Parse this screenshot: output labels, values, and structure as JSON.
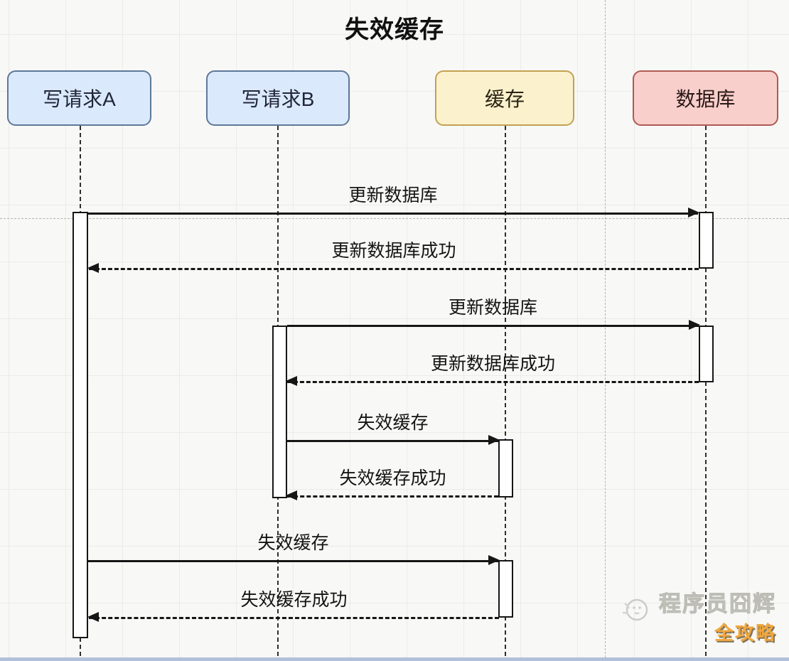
{
  "title": "失效缓存",
  "actors": [
    {
      "id": "write-a",
      "label": "写请求A",
      "fill": "#dbe9fc",
      "border": "#5d7899"
    },
    {
      "id": "write-b",
      "label": "写请求B",
      "fill": "#dbe9fc",
      "border": "#5d7899"
    },
    {
      "id": "cache",
      "label": "缓存",
      "fill": "#fbf1cd",
      "border": "#c3a152"
    },
    {
      "id": "database",
      "label": "数据库",
      "fill": "#f8cfcb",
      "border": "#b05a54"
    }
  ],
  "messages": [
    {
      "label": "更新数据库",
      "from": "write-a",
      "to": "database",
      "style": "solid"
    },
    {
      "label": "更新数据库成功",
      "from": "database",
      "to": "write-a",
      "style": "dashed"
    },
    {
      "label": "更新数据库",
      "from": "write-b",
      "to": "database",
      "style": "solid"
    },
    {
      "label": "更新数据库成功",
      "from": "database",
      "to": "write-b",
      "style": "dashed"
    },
    {
      "label": "失效缓存",
      "from": "write-b",
      "to": "cache",
      "style": "solid"
    },
    {
      "label": "失效缓存成功",
      "from": "cache",
      "to": "write-b",
      "style": "dashed"
    },
    {
      "label": "失效缓存",
      "from": "write-a",
      "to": "cache",
      "style": "solid"
    },
    {
      "label": "失效缓存成功",
      "from": "cache",
      "to": "write-a",
      "style": "dashed"
    }
  ],
  "watermark": {
    "name": "程序员囧辉",
    "badge": "全攻略",
    "badge_color": "#f2a83e"
  }
}
